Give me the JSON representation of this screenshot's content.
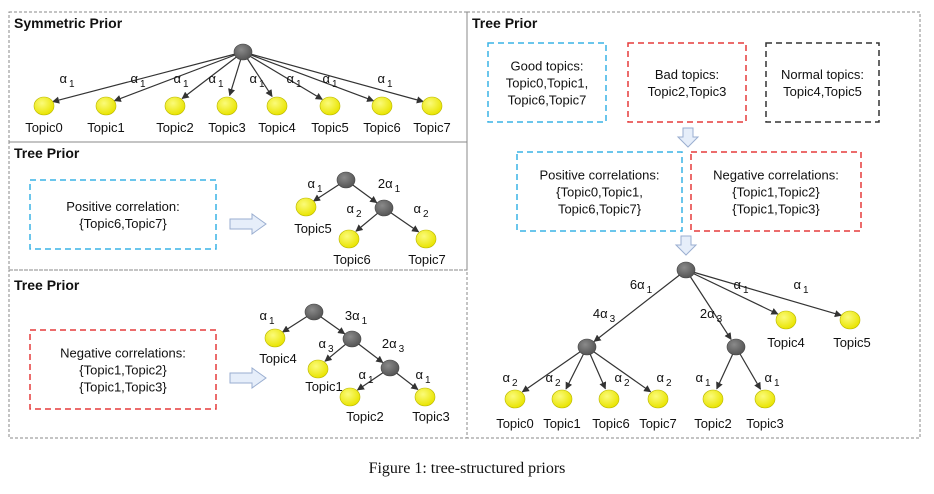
{
  "caption": "Figure 1: tree-structured priors",
  "colors": {
    "node": "#6b6b6b",
    "leaf": "#f2ee12",
    "leaf_stroke": "#b9b600",
    "edge": "#333333",
    "box_blue": "#3ab3e6",
    "box_red": "#e63b3b",
    "box_black": "#333333",
    "panel_border": "#888888",
    "arrow_fill": "#e6eefa",
    "arrow_stroke": "#9aaed0"
  },
  "symmetric": {
    "title": "Symmetric Prior",
    "alpha": "α 1",
    "topics": [
      "Topic0",
      "Topic1",
      "Topic2",
      "Topic3",
      "Topic4",
      "Topic5",
      "Topic6",
      "Topic7"
    ]
  },
  "tree_pos": {
    "title": "Tree Prior",
    "box_lines": [
      "Positive correlation:",
      "{Topic6,Topic7}"
    ],
    "edge_labels": [
      "α 1",
      "2α 1",
      "α 2",
      "α 2"
    ],
    "topics": [
      "Topic5",
      "Topic6",
      "Topic7"
    ]
  },
  "tree_neg": {
    "title": "Tree Prior",
    "box_lines": [
      "Negative correlations:",
      "{Topic1,Topic2}",
      "{Topic1,Topic3}"
    ],
    "edge_labels": [
      "α 1",
      "3α 1",
      "α 3",
      "2α 3",
      "α 1",
      "α 1"
    ],
    "topics": [
      "Topic4",
      "Topic1",
      "Topic2",
      "Topic3"
    ]
  },
  "tree_right": {
    "title": "Tree Prior",
    "good_lines": [
      "Good topics:",
      "Topic0,Topic1,",
      "Topic6,Topic7"
    ],
    "bad_lines": [
      "Bad topics:",
      "Topic2,Topic3"
    ],
    "normal_lines": [
      "Normal topics:",
      "Topic4,Topic5"
    ],
    "pos_lines": [
      "Positive correlations:",
      "{Topic0,Topic1,",
      "Topic6,Topic7}"
    ],
    "neg_lines": [
      "Negative correlations:",
      "{Topic1,Topic2}",
      "{Topic1,Topic3}"
    ],
    "edge_labels": [
      "6α 1",
      "α 1",
      "α 1",
      "4α 3",
      "2α 3",
      "α 2",
      "α 2",
      "α 2",
      "α 2",
      "α 1",
      "α 1"
    ],
    "topics": [
      "Topic4",
      "Topic5",
      "Topic0",
      "Topic1",
      "Topic6",
      "Topic7",
      "Topic2",
      "Topic3"
    ]
  }
}
